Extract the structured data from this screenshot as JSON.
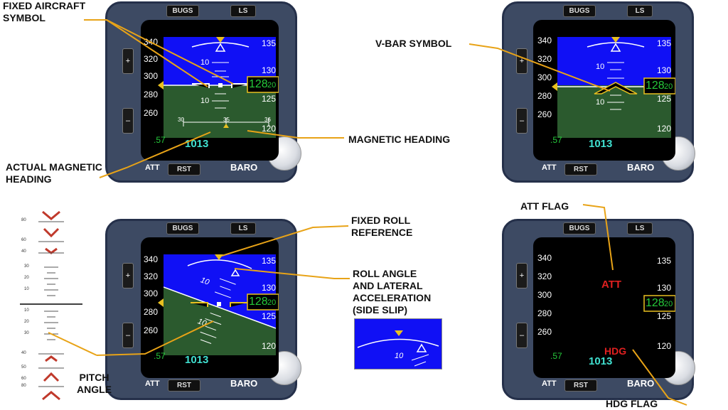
{
  "buttons": {
    "bugs": "BUGS",
    "ls": "LS",
    "att": "ATT",
    "rst": "RST",
    "baro": "BARO",
    "plus": "+",
    "minus": "–"
  },
  "alt_ticks": [
    "340",
    "320",
    "300",
    "280",
    "260"
  ],
  "spd_ticks": [
    "135",
    "130",
    "125",
    "120"
  ],
  "spd_box": "128",
  "spd_small": "20",
  "baro_setting": "1013",
  "mach": ".57",
  "pitch_marks": [
    "10",
    "10"
  ],
  "heading_scale": [
    "30",
    "35",
    "36"
  ],
  "flags": {
    "att": "ATT",
    "hdg": "HDG"
  },
  "labels": {
    "fixed_aircraft": [
      "FIXED AIRCRAFT",
      "SYMBOL"
    ],
    "magnetic_heading": "MAGNETIC HEADING",
    "actual_magnetic": [
      "ACTUAL MAGNETIC",
      "HEADING"
    ],
    "vbar": "V-BAR SYMBOL",
    "fixed_roll": [
      "FIXED ROLL",
      "REFERENCE"
    ],
    "roll_angle": [
      "ROLL ANGLE",
      "AND LATERAL",
      "ACCELERATION",
      "(SIDE SLIP)"
    ],
    "pitch_angle": [
      "PITCH",
      "ANGLE"
    ],
    "att_flag": "ATT FLAG",
    "hdg_flag": "HDG FLAG"
  },
  "pitch_scale": [
    "80",
    "60",
    "40",
    "30",
    "20",
    "10",
    "10",
    "20",
    "30",
    "40",
    "50",
    "60",
    "80"
  ],
  "inset_pitch": "10",
  "colors": {
    "sky": "#1010f5",
    "ground": "#2b5a2e",
    "leader": "#e8a317",
    "amber": "#e8c020",
    "green": "#25c93a",
    "cyan": "#40e0d0",
    "red": "#e02020"
  }
}
